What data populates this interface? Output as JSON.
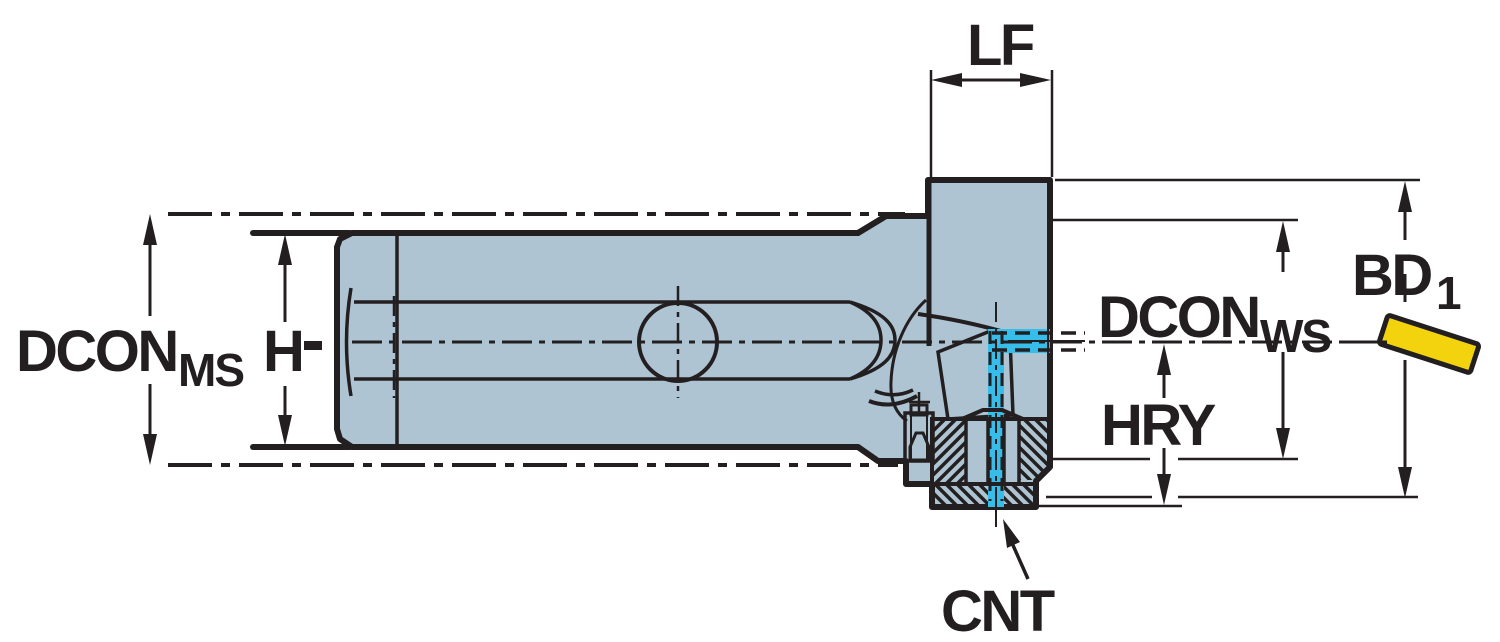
{
  "figure": {
    "kind": "technical-dimension-drawing",
    "labels": {
      "dcon_ms": {
        "main": "DCON",
        "sub": "MS"
      },
      "h": {
        "main": "H"
      },
      "lf": {
        "main": "LF"
      },
      "dcon_ws": {
        "main": "DCON",
        "sub": "WS"
      },
      "bd1": {
        "main": "BD",
        "sub": "1"
      },
      "hry": {
        "main": "HRY"
      },
      "cnt": {
        "main": "CNT"
      }
    },
    "colors": {
      "background": "#ffffff",
      "outline": "#231f20",
      "body": "#aec4d2",
      "coolant": "#36bde9",
      "insert": "#f2d30e"
    }
  }
}
